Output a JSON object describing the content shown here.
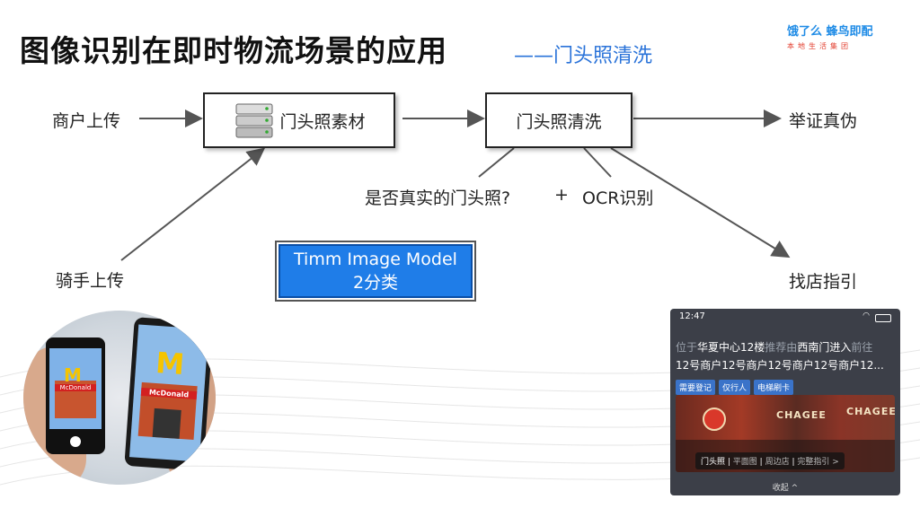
{
  "header": {
    "title": "图像识别在即时物流场景的应用",
    "subtitle": "——门头照清洗",
    "logo_line1": "饿了么  蜂鸟即配",
    "logo_line2": "本地生活集团"
  },
  "flow": {
    "merchant_upload": "商户上传",
    "rider_upload": "骑手上传",
    "material": "门头照素材",
    "cleaning": "门头照清洗",
    "evidence": "举证真伪",
    "store_guide": "找店指引",
    "question": "是否真实的门头照?",
    "plus": "+",
    "ocr": "OCR识别",
    "model_line1": "Timm Image Model",
    "model_line2": "2分类"
  },
  "phone_card": {
    "time": "12:47",
    "location_prefix": "位于",
    "location_place": "华夏中心12楼",
    "recommend": "推荐由",
    "gate": "西南门进入",
    "goto": "前往",
    "stores": "12号商户12号商户12号商户12号商户12...",
    "tags": [
      "需要登记",
      "仅行人",
      "电梯刷卡"
    ],
    "tabs": [
      "门头照",
      "平面图",
      "周边店",
      "完整指引 >"
    ],
    "collapse": "收起 ^",
    "sign1": "CHAGEE",
    "sign2": "CHAGEE"
  },
  "photo": {
    "sign_left": "McDonald",
    "sign_right": "McDonald"
  }
}
